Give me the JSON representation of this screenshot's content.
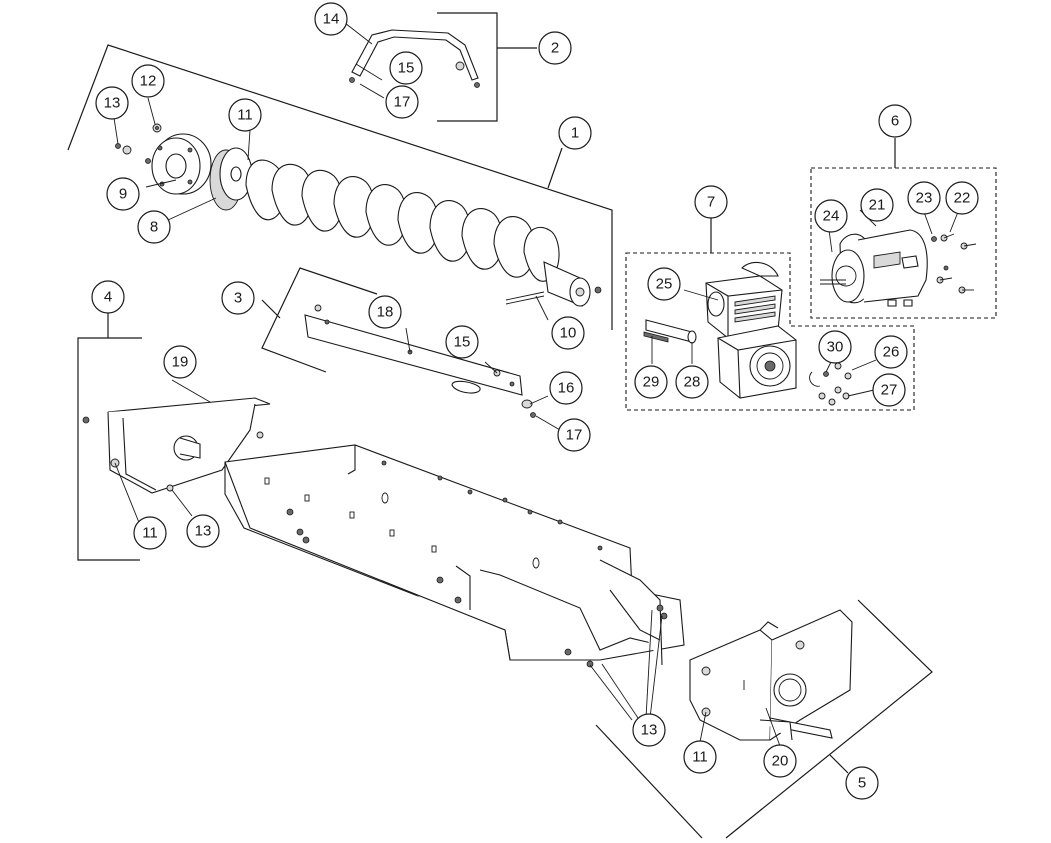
{
  "callouts": [
    {
      "id": "c1",
      "label": "1"
    },
    {
      "id": "c2",
      "label": "2"
    },
    {
      "id": "c3",
      "label": "3"
    },
    {
      "id": "c4",
      "label": "4"
    },
    {
      "id": "c5",
      "label": "5"
    },
    {
      "id": "c6",
      "label": "6"
    },
    {
      "id": "c7",
      "label": "7"
    },
    {
      "id": "c8",
      "label": "8"
    },
    {
      "id": "c9",
      "label": "9"
    },
    {
      "id": "c10",
      "label": "10"
    },
    {
      "id": "c11a",
      "label": "11"
    },
    {
      "id": "c11b",
      "label": "11"
    },
    {
      "id": "c11c",
      "label": "11"
    },
    {
      "id": "c12",
      "label": "12"
    },
    {
      "id": "c13a",
      "label": "13"
    },
    {
      "id": "c13b",
      "label": "13"
    },
    {
      "id": "c13c",
      "label": "13"
    },
    {
      "id": "c14",
      "label": "14"
    },
    {
      "id": "c15a",
      "label": "15"
    },
    {
      "id": "c15b",
      "label": "15"
    },
    {
      "id": "c16",
      "label": "16"
    },
    {
      "id": "c17a",
      "label": "17"
    },
    {
      "id": "c17b",
      "label": "17"
    },
    {
      "id": "c18",
      "label": "18"
    },
    {
      "id": "c19",
      "label": "19"
    },
    {
      "id": "c20",
      "label": "20"
    },
    {
      "id": "c21",
      "label": "21"
    },
    {
      "id": "c22",
      "label": "22"
    },
    {
      "id": "c23",
      "label": "23"
    },
    {
      "id": "c24",
      "label": "24"
    },
    {
      "id": "c25",
      "label": "25"
    },
    {
      "id": "c26",
      "label": "26"
    },
    {
      "id": "c27",
      "label": "27"
    },
    {
      "id": "c28",
      "label": "28"
    },
    {
      "id": "c29",
      "label": "29"
    },
    {
      "id": "c30",
      "label": "30"
    }
  ]
}
